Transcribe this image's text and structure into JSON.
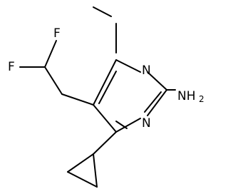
{
  "atoms": {
    "fluorine_top": "F",
    "fluorine_left": "F",
    "nitrogen_top": "N",
    "nitrogen_bottom": "N",
    "amine_main": "NH",
    "amine_sub": "2"
  },
  "colors": {
    "bond": "#000000",
    "text": "#000000",
    "background": "#ffffff"
  }
}
